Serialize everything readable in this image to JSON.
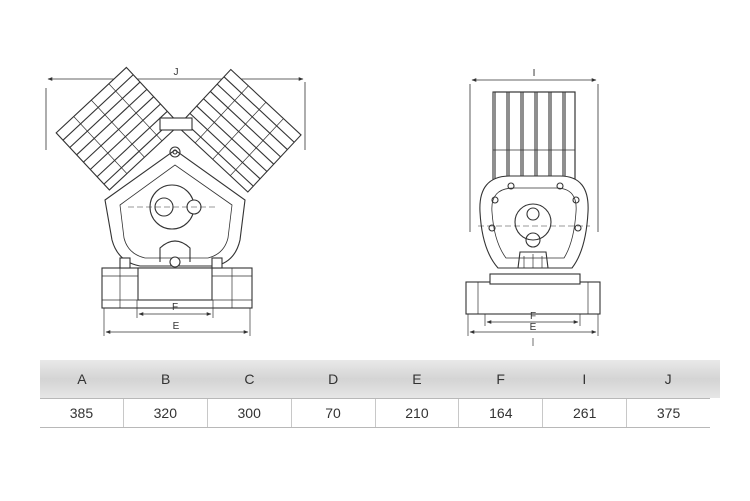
{
  "diagram": {
    "front_view": {
      "dim_top": "J",
      "dim_inner": "F",
      "dim_outer": "E"
    },
    "side_view": {
      "dim_top": "I",
      "dim_inner": "F",
      "dim_outer": "E"
    }
  },
  "table": {
    "headers": [
      "A",
      "B",
      "C",
      "D",
      "E",
      "F",
      "I",
      "J"
    ],
    "values": [
      "385",
      "320",
      "300",
      "70",
      "210",
      "164",
      "261",
      "375"
    ]
  }
}
